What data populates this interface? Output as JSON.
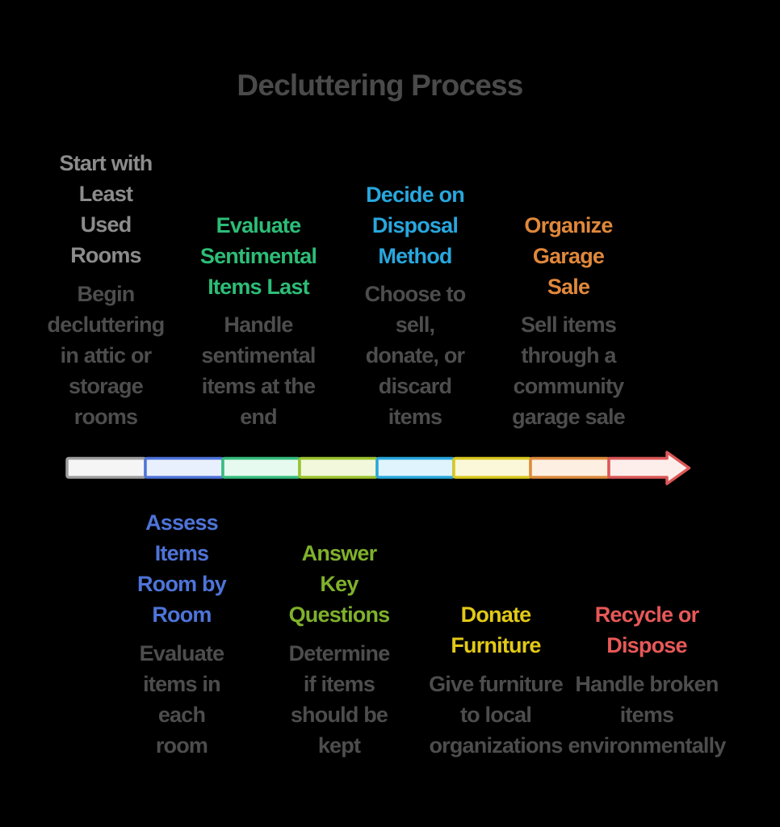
{
  "title": "Decluttering Process",
  "colors": {
    "background": "#000000",
    "title_text": "#4a4a4a",
    "description_text": "#4d4d4d",
    "step_colors": [
      "#8c8c8c",
      "#4e74d9",
      "#2dbd77",
      "#7fb12b",
      "#28a7dd",
      "#e2c916",
      "#e0883b",
      "#e85858"
    ],
    "bar_border_colors": [
      "#9e9e9e",
      "#4e74d9",
      "#36bd7d",
      "#9cc22d",
      "#28a7dd",
      "#d9c81f",
      "#dd8a3c",
      "#dc5757"
    ],
    "bar_fill_colors": [
      "#f5f5f5",
      "#e9f0fd",
      "#e7faf0",
      "#f1f8dc",
      "#dff4fc",
      "#fbf8d9",
      "#fdf0e2",
      "#fdeeec"
    ]
  },
  "steps": [
    {
      "position": "top",
      "color": "gray",
      "title": "Start with\nLeast\nUsed\nRooms",
      "description": "Begin\ndecluttering\nin attic or\nstorage\nrooms"
    },
    {
      "position": "bottom",
      "color": "royal-blue",
      "title": "Assess\nItems\nRoom by\nRoom",
      "description": "Evaluate\nitems in\neach\nroom"
    },
    {
      "position": "top",
      "color": "green",
      "title": "Evaluate\nSentimental\nItems Last",
      "description": "Handle\nsentimental\nitems at the\nend"
    },
    {
      "position": "bottom",
      "color": "yellow-green",
      "title": "Answer\nKey\nQuestions",
      "description": "Determine\nif items\nshould be\nkept"
    },
    {
      "position": "top",
      "color": "cyan",
      "title": "Decide on\nDisposal\nMethod",
      "description": "Choose to\nsell,\ndonate, or\ndiscard\nitems"
    },
    {
      "position": "bottom",
      "color": "yellow",
      "title": "Donate\nFurniture",
      "description": "Give furniture\nto local\norganizations"
    },
    {
      "position": "top",
      "color": "orange",
      "title": "Organize\nGarage\nSale",
      "description": "Sell items\nthrough a\ncommunity\ngarage sale"
    },
    {
      "position": "bottom",
      "color": "red",
      "title": "Recycle or\nDispose",
      "description": "Handle broken\nitems\nenvironmentally"
    }
  ]
}
